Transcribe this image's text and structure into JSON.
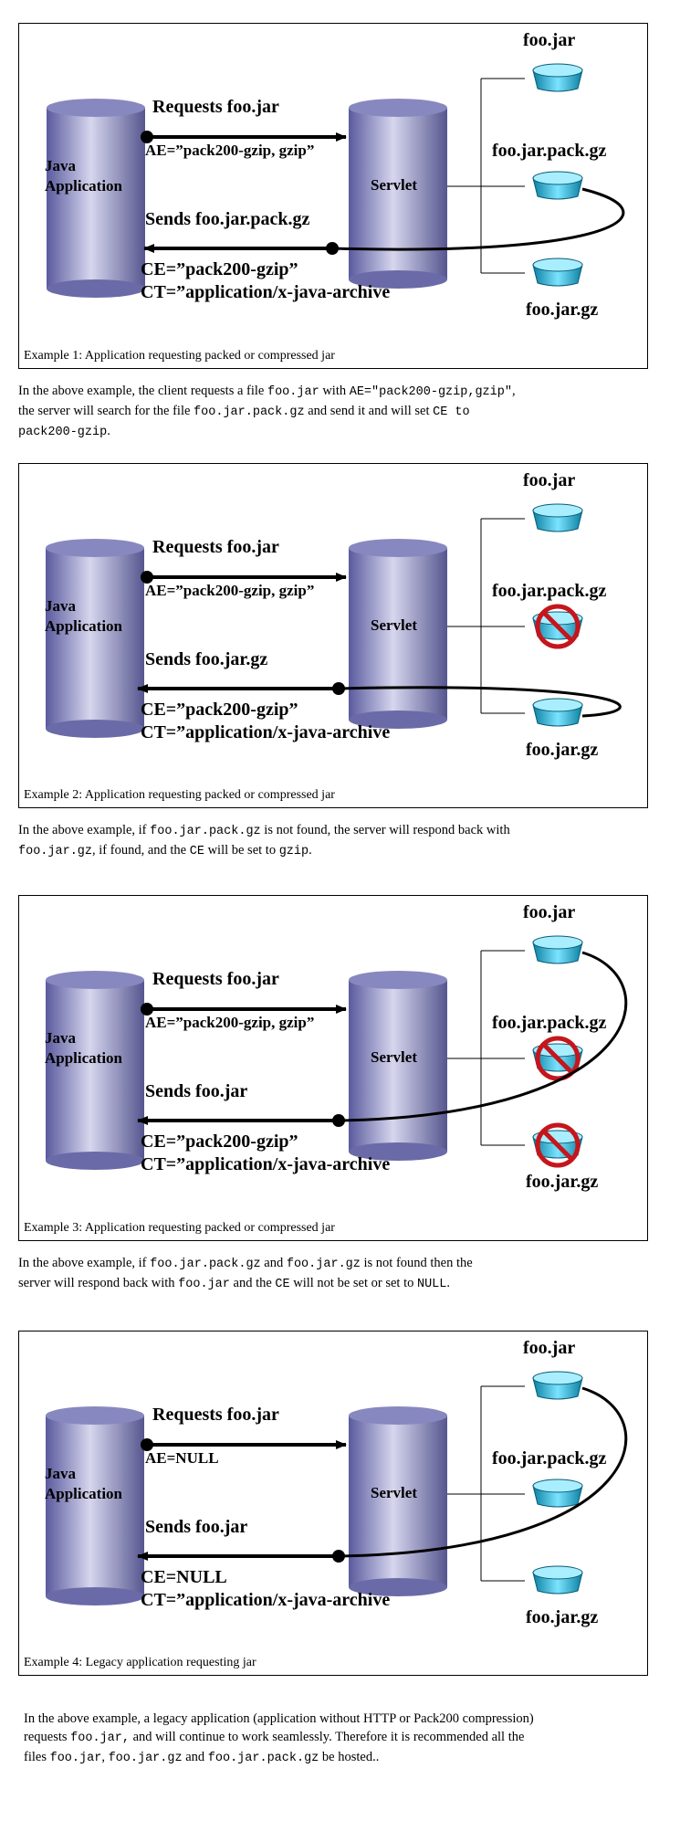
{
  "common": {
    "java_app_line1": "Java",
    "java_app_line2": "Application",
    "servlet": "Servlet",
    "file_jar": "foo.jar",
    "file_pack": "foo.jar.pack.gz",
    "file_gz": "foo.jar.gz",
    "requests": "Requests foo.jar",
    "ae_pack": "AE=”pack200-gzip, gzip”",
    "ce_pack": "CE=”pack200-gzip”",
    "ct": "CT=”application/x-java-archive"
  },
  "ex1": {
    "sends": "Sends foo.jar.pack.gz",
    "caption": "Example 1: Application requesting packed or compressed jar"
  },
  "ex2": {
    "sends": "Sends foo.jar.gz",
    "caption": "Example 2: Application requesting packed or compressed jar"
  },
  "ex3": {
    "sends": "Sends foo.jar",
    "caption": "Example 3: Application requesting packed or compressed jar"
  },
  "ex4": {
    "ae": "AE=NULL",
    "sends": "Sends foo.jar",
    "ce": "CE=NULL",
    "caption": "Example 4: Legacy application requesting  jar"
  },
  "para1": {
    "t1": "In the above example, the client requests a file ",
    "c1": "foo.jar",
    "t2": " with ",
    "c2": "AE=\"pack200-gzip,gzip\"",
    "t3": ",",
    "t4": "the server will search for the file ",
    "c3": "foo.jar.pack.gz",
    "t5": " and send it and will set ",
    "c4": "CE to",
    "c5": "pack200-gzip",
    "t6": "."
  },
  "para2": {
    "t1": "In the above example, if ",
    "c1": "foo.jar.pack.gz",
    "t2": " is not found, the server will respond back with",
    "c2": "foo.jar.gz",
    "t3": ", if found,  and the ",
    "c3": "CE",
    "t4": " will be set to ",
    "c4": "gzip",
    "t5": "."
  },
  "para3": {
    "t1": "In the above example, if ",
    "c1": "foo.jar.pack.gz",
    "t2": " and ",
    "c2": "foo.jar.gz",
    "t3": " is not found then the",
    "t4": "server will respond  back with ",
    "c3": "foo.jar",
    "t5": " and the ",
    "c4": "CE",
    "t6": " will not be set or set to ",
    "c5": "NULL",
    "t7": "."
  },
  "para4": {
    "t1": "In the above example, a legacy application (application without HTTP or Pack200 compression)",
    "t2": "requests ",
    "c1": "foo.jar,",
    "t3": " and will continue to work seamlessly. Therefore it is recommended all the",
    "t4": "files ",
    "c2": "foo.jar",
    "t5": ", ",
    "c3": "foo.jar.gz",
    "t6": "  and ",
    "c4": "foo.jar.pack.gz",
    "t7": " be hosted.."
  }
}
